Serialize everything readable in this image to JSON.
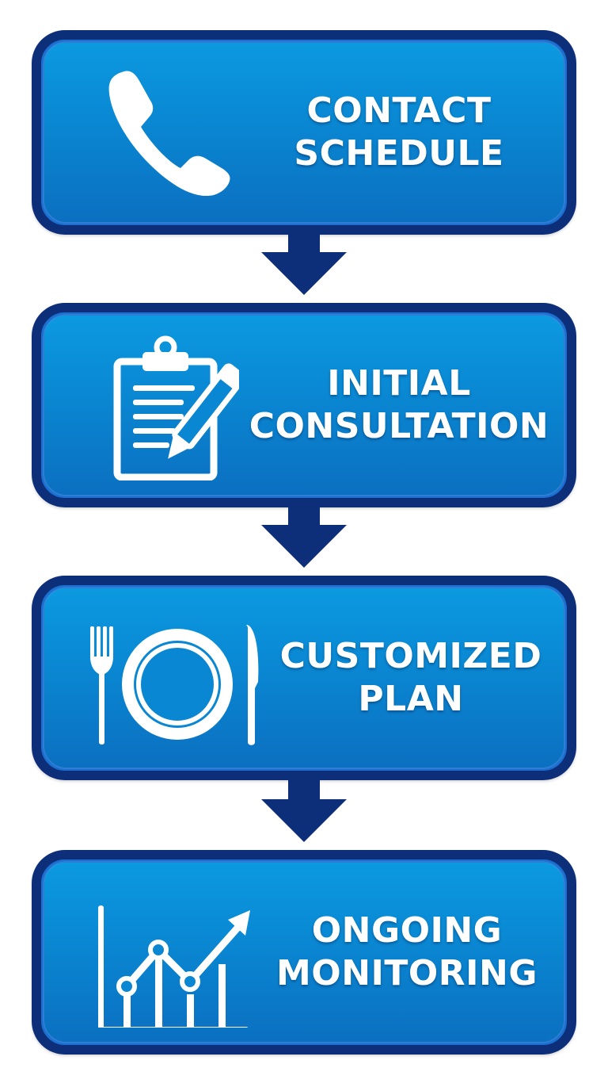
{
  "colors": {
    "box_fill_top": "#0b9ae0",
    "box_fill_bottom": "#0b6fc0",
    "box_border": "#0d2f7a",
    "arrow": "#0d2f7a",
    "text": "#ffffff"
  },
  "steps": [
    {
      "icon": "phone-icon",
      "line1": "CONTACT",
      "line2": "SCHEDULE"
    },
    {
      "icon": "clipboard-pencil-icon",
      "line1": "INITIAL",
      "line2": "CONSULTATION"
    },
    {
      "icon": "plate-fork-knife-icon",
      "line1": "CUSTOMIZED",
      "line2": "PLAN"
    },
    {
      "icon": "growth-chart-icon",
      "line1": "ONGOING",
      "line2": "MONITORING"
    }
  ]
}
